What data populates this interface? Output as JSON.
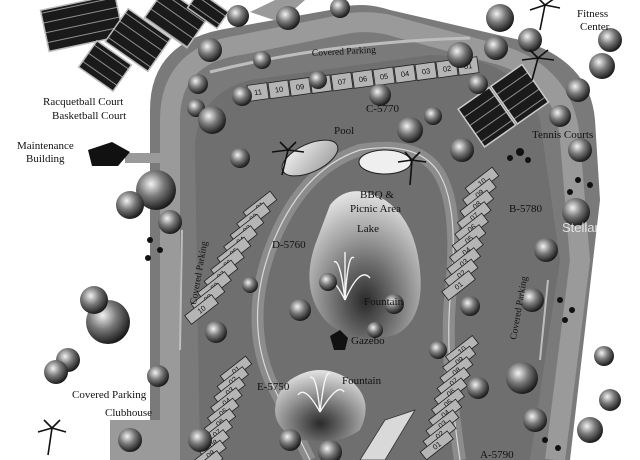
{
  "labels": {
    "fitness": [
      "Fitness",
      "Center"
    ],
    "covered_parking_top": "Covered Parking",
    "racquetball": "Racquetball Court",
    "basketball": "Basketball Court",
    "maintenance": [
      "Maintenance",
      "Building"
    ],
    "building_c": "C-5770",
    "pool": "Pool",
    "tennis": "Tennis Courts",
    "bbq": [
      "BBQ &",
      "Picnic Area"
    ],
    "lake": "Lake",
    "building_b": "B-5780",
    "building_d": "D-5760",
    "covered_parking_left": "Covered Parking",
    "covered_parking_right": "Covered Parking",
    "fountain_upper": "Fountain",
    "gazebo": "Gazebo",
    "fountain_lower": "Fountain",
    "building_e": "E-5750",
    "covered_parking_bottom": "Covered Parking",
    "clubhouse": "Clubhouse",
    "building_a": "A-5790",
    "watermark": "Stellar MLS"
  },
  "units": {
    "c": [
      "11",
      "10",
      "09",
      "08",
      "07",
      "06",
      "05",
      "04",
      "03",
      "02",
      "01"
    ],
    "d": [
      "01",
      "02",
      "03",
      "04",
      "05",
      "06",
      "07",
      "08",
      "09",
      "10"
    ],
    "b": [
      "10",
      "09",
      "08",
      "07",
      "06",
      "05",
      "04",
      "03",
      "02",
      "01"
    ],
    "e": [
      "01",
      "02",
      "03",
      "04",
      "05",
      "06",
      "07",
      "08",
      "09",
      "10"
    ],
    "a": [
      "10",
      "09",
      "08",
      "07",
      "06",
      "05",
      "04",
      "03",
      "02",
      "01"
    ]
  },
  "colors": {
    "road": "#8a8a8a",
    "ground": "#6e6e6e",
    "building": "#b5b5b5",
    "court": "#1a1a1a",
    "water": "#cfcfcf"
  }
}
